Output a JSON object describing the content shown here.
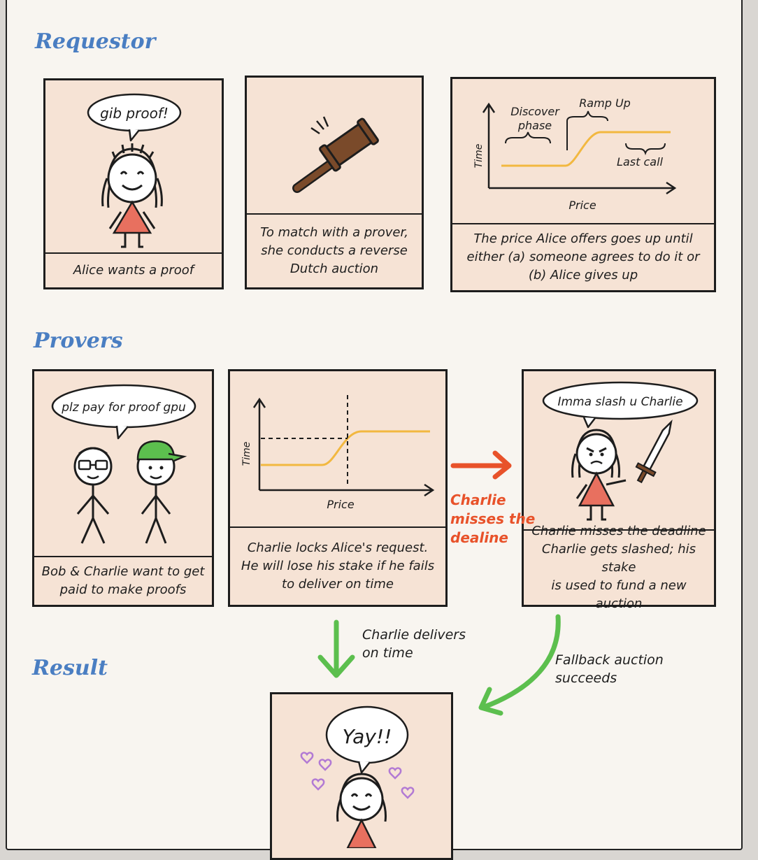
{
  "sections": {
    "requestor": "Requestor",
    "provers": "Provers",
    "result": "Result"
  },
  "panels": {
    "p1": {
      "bubble": "gib proof!",
      "caption": "Alice wants a proof"
    },
    "p2": {
      "caption": "To match with a prover,\nshe conducts a reverse\nDutch auction"
    },
    "p3": {
      "discover": "Discover",
      "phase": "phase",
      "ramp": "Ramp Up",
      "last": "Last call",
      "ylabel": "Time",
      "xlabel": "Price",
      "caption": "The price Alice offers goes up until\neither (a) someone agrees to do it or\n(b) Alice gives up"
    },
    "p4": {
      "bubble": "plz pay for proof gpu",
      "caption": "Bob & Charlie want to get\npaid to make proofs"
    },
    "p5": {
      "ylabel": "Time",
      "xlabel": "Price",
      "caption": "Charlie locks Alice's request.\nHe will lose his stake if he fails\nto deliver on time"
    },
    "p6": {
      "bubble": "Imma slash u Charlie",
      "caption": "Charlie misses the deadline\nCharlie gets slashed; his stake\nis used to fund a new auction"
    },
    "p7": {
      "bubble": "Yay!!"
    }
  },
  "notes": {
    "misses": "Charlie\nmisses the\ndealine",
    "delivers": "Charlie delivers\non time",
    "fallback": "Fallback auction\nsucceeds"
  },
  "colors": {
    "heading": "#4a7ec2",
    "panel": "#f6e3d5",
    "dress": "#e8705f",
    "curve": "#f2b840",
    "hammer": "#7a4a2a",
    "hat": "#5cbf4e",
    "arrow_red": "#e8522a",
    "arrow_green": "#5cbf4e",
    "heart": "#b27ad4"
  }
}
